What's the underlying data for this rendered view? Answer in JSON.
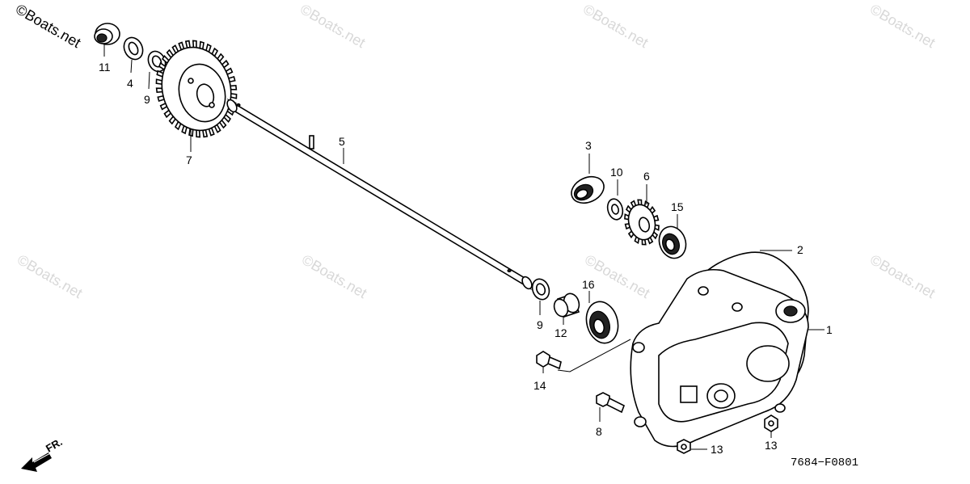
{
  "watermarks": {
    "corner": "©Boats.net",
    "tiles": [
      "©Boats.net",
      "©Boats.net",
      "©Boats.net",
      "©Boats.net",
      "©Boats.net",
      "©Boats.net",
      "©Boats.net"
    ]
  },
  "callouts": {
    "c1": "1",
    "c2": "2",
    "c3": "3",
    "c4": "4",
    "c5": "5",
    "c6": "6",
    "c7": "7",
    "c8": "8",
    "c9a": "9",
    "c9b": "9",
    "c10": "10",
    "c11": "11",
    "c12": "12",
    "c13a": "13",
    "c13b": "13",
    "c14": "14",
    "c15": "15",
    "c16": "16"
  },
  "diagram_code": "7684−F0801",
  "direction_label": "FR."
}
